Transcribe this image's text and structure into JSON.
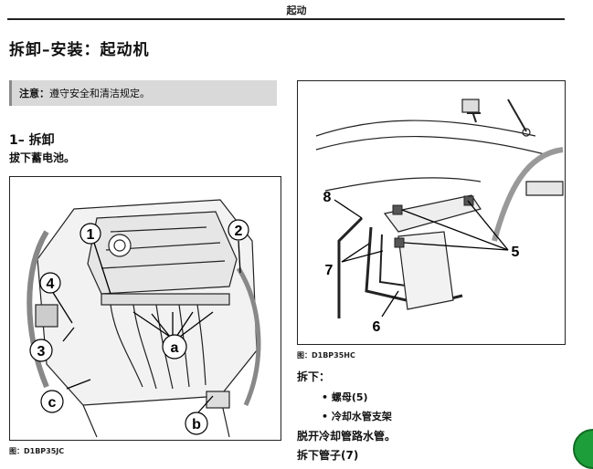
{
  "header": {
    "title": "起动"
  },
  "page": {
    "title": "拆卸–安装：起动机"
  },
  "note": {
    "label": "注意：",
    "text": "遵守安全和清洁规定。"
  },
  "section": {
    "heading": "1– 拆卸",
    "text": "拔下蓄电池。"
  },
  "figure_left": {
    "callouts": [
      "1",
      "2",
      "3",
      "4",
      "a",
      "b",
      "c"
    ],
    "caption": "图：D1BP35JC"
  },
  "figure_right": {
    "callouts": [
      "5",
      "6",
      "7",
      "8"
    ],
    "caption": "图：D1BP35HC"
  },
  "steps": {
    "title": "拆下：",
    "bullets": [
      "• 螺母(5)",
      "• 冷却水管支架"
    ],
    "text": "脱开冷却管路水管。",
    "text2": "拆下管子(7)"
  },
  "colors": {
    "note_bg": "#d9d9d9",
    "note_border": "#8a8a8a",
    "badge": "#1e9e3a"
  }
}
